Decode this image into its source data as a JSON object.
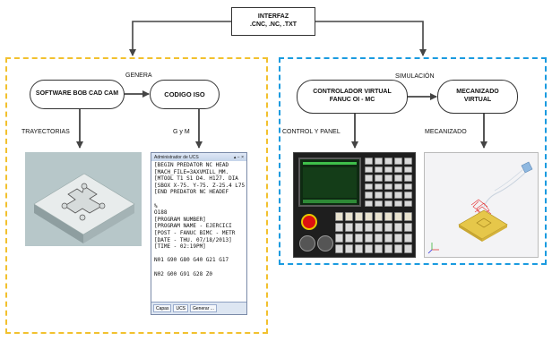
{
  "nodes": {
    "interfaz": {
      "title": "INTERFAZ",
      "subtitle": ".CNC, .NC, .TXT"
    },
    "software": "SOFTWARE BOB CAD CAM",
    "codigo": "CODIGO ISO",
    "controlador_l1": "CONTROLADOR VIRTUAL",
    "controlador_l2": "FANUC OI - MC",
    "mecanizado_l1": "MECANIZADO",
    "mecanizado_l2": "VIRTUAL"
  },
  "labels": {
    "genera": "GENERA",
    "simulacion": "SIMULACIÓN",
    "trayectorias": "TRAYECTORIAS",
    "gym": "G y M",
    "control_panel": "CONTROL Y PANEL",
    "mecanizado": "MECANIZADO"
  },
  "code_window": {
    "title": "Administrador de UCS",
    "controls": "▴ − ×",
    "lines": [
      "[BEGIN PREDATOR NC HEAD",
      "[MACH_FILE=3AXVMILL_MM.",
      "[MTOOL T1 S1 D4. H127. DIA",
      "[SBOX X-75. Y-75. Z-25.4 L75",
      "[END PREDATOR NC HEADEF",
      "",
      "%",
      "O188",
      "[PROGRAM NUMBER]",
      "[PROGRAM NAME - EJERCICI",
      "[POST - FANUC BIMC - METR",
      "[DATE - THU. 07/18/2013]",
      "[TIME - 02:19PM]",
      "",
      "N01 G90 G80 G40 G21 G17",
      "",
      "N02 G00 G91 G28 Z0"
    ],
    "tabs": [
      "Capas",
      "UCS",
      "Generar ..."
    ]
  },
  "colors": {
    "yellow_dash": "#f2c12e",
    "blue_dash": "#1a9be0"
  }
}
